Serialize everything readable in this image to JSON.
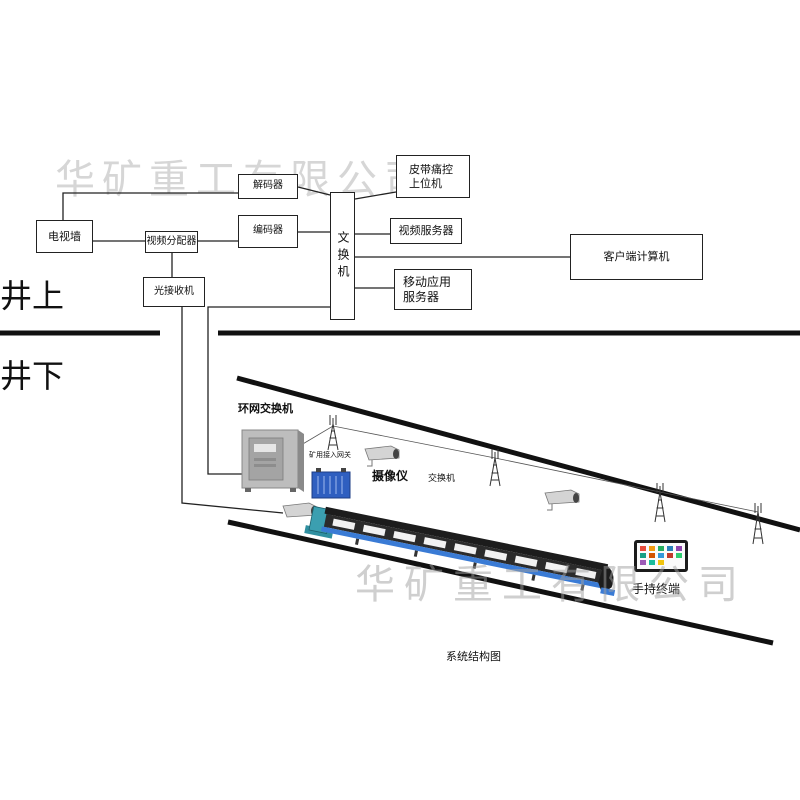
{
  "watermark": "华矿重工有限公司",
  "well": {
    "above": "井上",
    "below": "井下"
  },
  "surface": {
    "tv_wall": "电视墙",
    "video_splitter": "视频分配器",
    "optical_receiver": "光接收机",
    "decoder": "解码器",
    "encoder": "编码器",
    "switch": "文换机",
    "belt_monitor_host": [
      "皮带痛控",
      "上位机"
    ],
    "video_server": "视频服务器",
    "client_computer": "客户端计算机",
    "mobile_app_server": [
      "移动应用",
      "服务器"
    ]
  },
  "underground": {
    "ring_network_switch": "环网交换机",
    "access_gateway": "矿用接入网关",
    "camera": "摄像仪",
    "switch": "交换机",
    "handheld_terminal": "手持终端"
  },
  "caption": "系统结构图",
  "colors": {
    "line": "#222222",
    "watermark": "#d6d6d6",
    "gateway": "#2f5fc0",
    "conveyor": "#3a7bd5",
    "cabinet": "#bdbdbd"
  }
}
